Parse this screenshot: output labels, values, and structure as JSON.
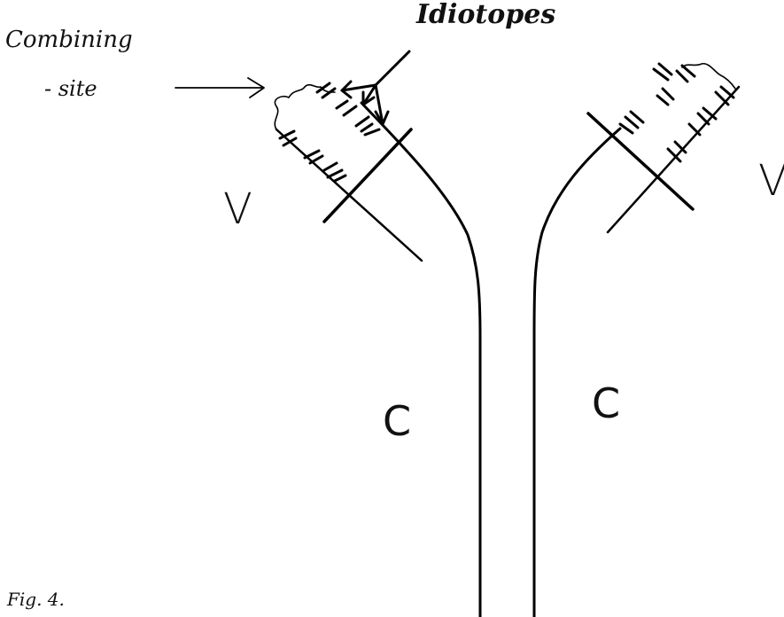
{
  "labels": {
    "combining": "Combining",
    "site": "- site",
    "idiotopes": "Idiotopes",
    "v_left": "V",
    "v_right": "V",
    "c_left": "C",
    "c_right": "C"
  },
  "caption": "Fig. 4.",
  "colors": {
    "ink": "#000000",
    "background": "#ffffff"
  }
}
